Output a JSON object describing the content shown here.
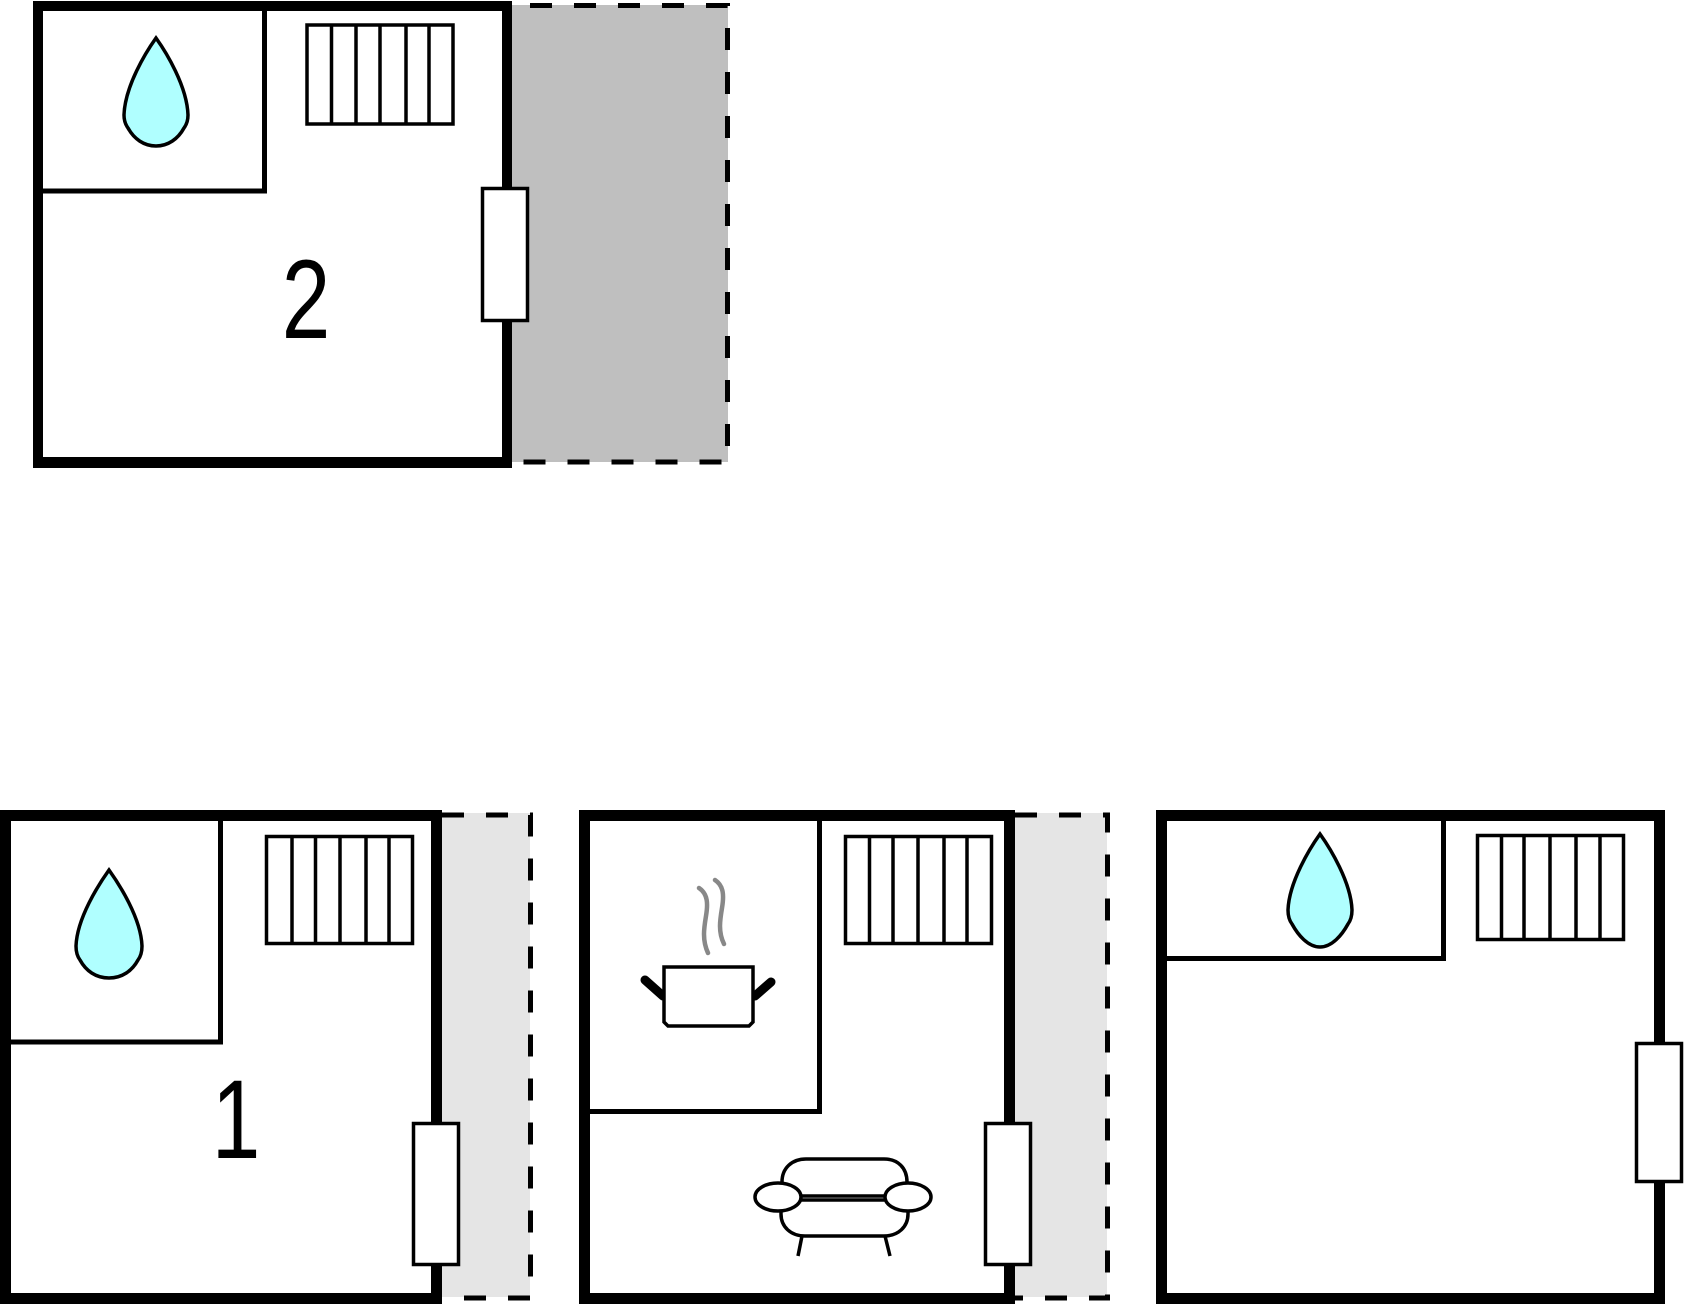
{
  "colors": {
    "wall": "#000000",
    "terrace_upper": "#bfbfbf",
    "terrace_lower": "#e5e5e5",
    "water_drop": "#b0ffff",
    "steam": "#888888"
  },
  "icons": {
    "water": "water-drop-icon",
    "stairs": "stairs-icon",
    "door": "door-icon",
    "kitchen": "cooking-pot-icon",
    "living": "sofa-icon"
  },
  "plans": [
    {
      "id": "floor-2",
      "label": "2",
      "room_type": "bathroom",
      "terrace": "upper"
    },
    {
      "id": "floor-1",
      "label": "1",
      "room_type": "bathroom",
      "terrace": "lower"
    },
    {
      "id": "floor-1-kitchen",
      "label": "",
      "room_type": "kitchen",
      "terrace": "lower"
    },
    {
      "id": "floor-1-bathroom",
      "label": "",
      "room_type": "bathroom",
      "terrace": "none"
    }
  ]
}
